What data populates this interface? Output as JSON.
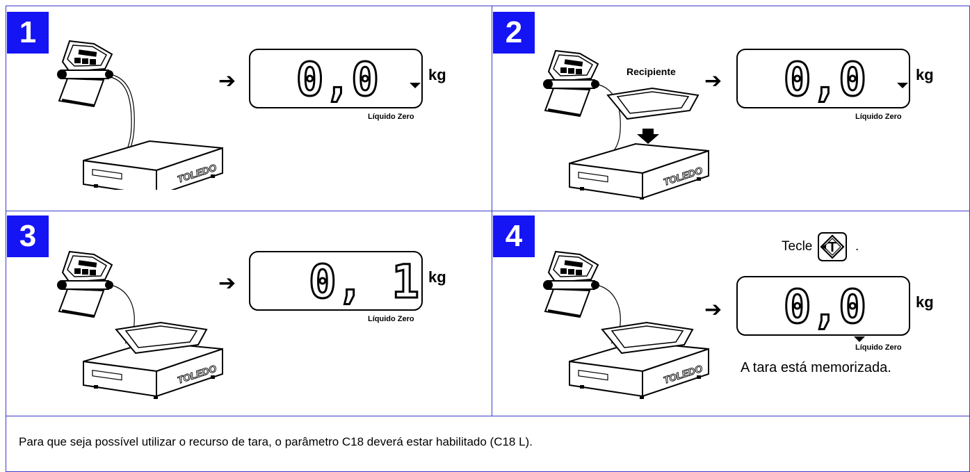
{
  "steps": [
    {
      "number": "1",
      "display": {
        "value": "0,0",
        "unit": "kg",
        "label": "Líquido Zero",
        "indicator": "below-right"
      }
    },
    {
      "number": "2",
      "display": {
        "value": "0,0",
        "unit": "kg",
        "label": "Líquido Zero",
        "indicator": "below-right"
      },
      "container_label": "Recipiente"
    },
    {
      "number": "3",
      "display": {
        "value": "0, 1",
        "unit": "kg",
        "label": "Líquido Zero",
        "indicator": "none"
      }
    },
    {
      "number": "4",
      "display": {
        "value": "0,0",
        "unit": "kg",
        "label": "Líquido Zero",
        "indicator": "below-left"
      },
      "instruction_prefix": "Tecle",
      "instruction_suffix": ".",
      "result_text": "A tara está memorizada."
    }
  ],
  "icons": {
    "arrow": "right-arrow-icon",
    "tare_key": "tare-key-icon",
    "scale": "scale-illustration",
    "down_arrow": "down-arrow-icon"
  },
  "scale_brand": "TOLEDO",
  "footnote": "Para que seja possível utilizar o recurso de tara, o parâmetro C18 deverá estar habilitado (C18 L).",
  "colors": {
    "accent": "#1414f5",
    "grid": "#3a3ac8"
  }
}
